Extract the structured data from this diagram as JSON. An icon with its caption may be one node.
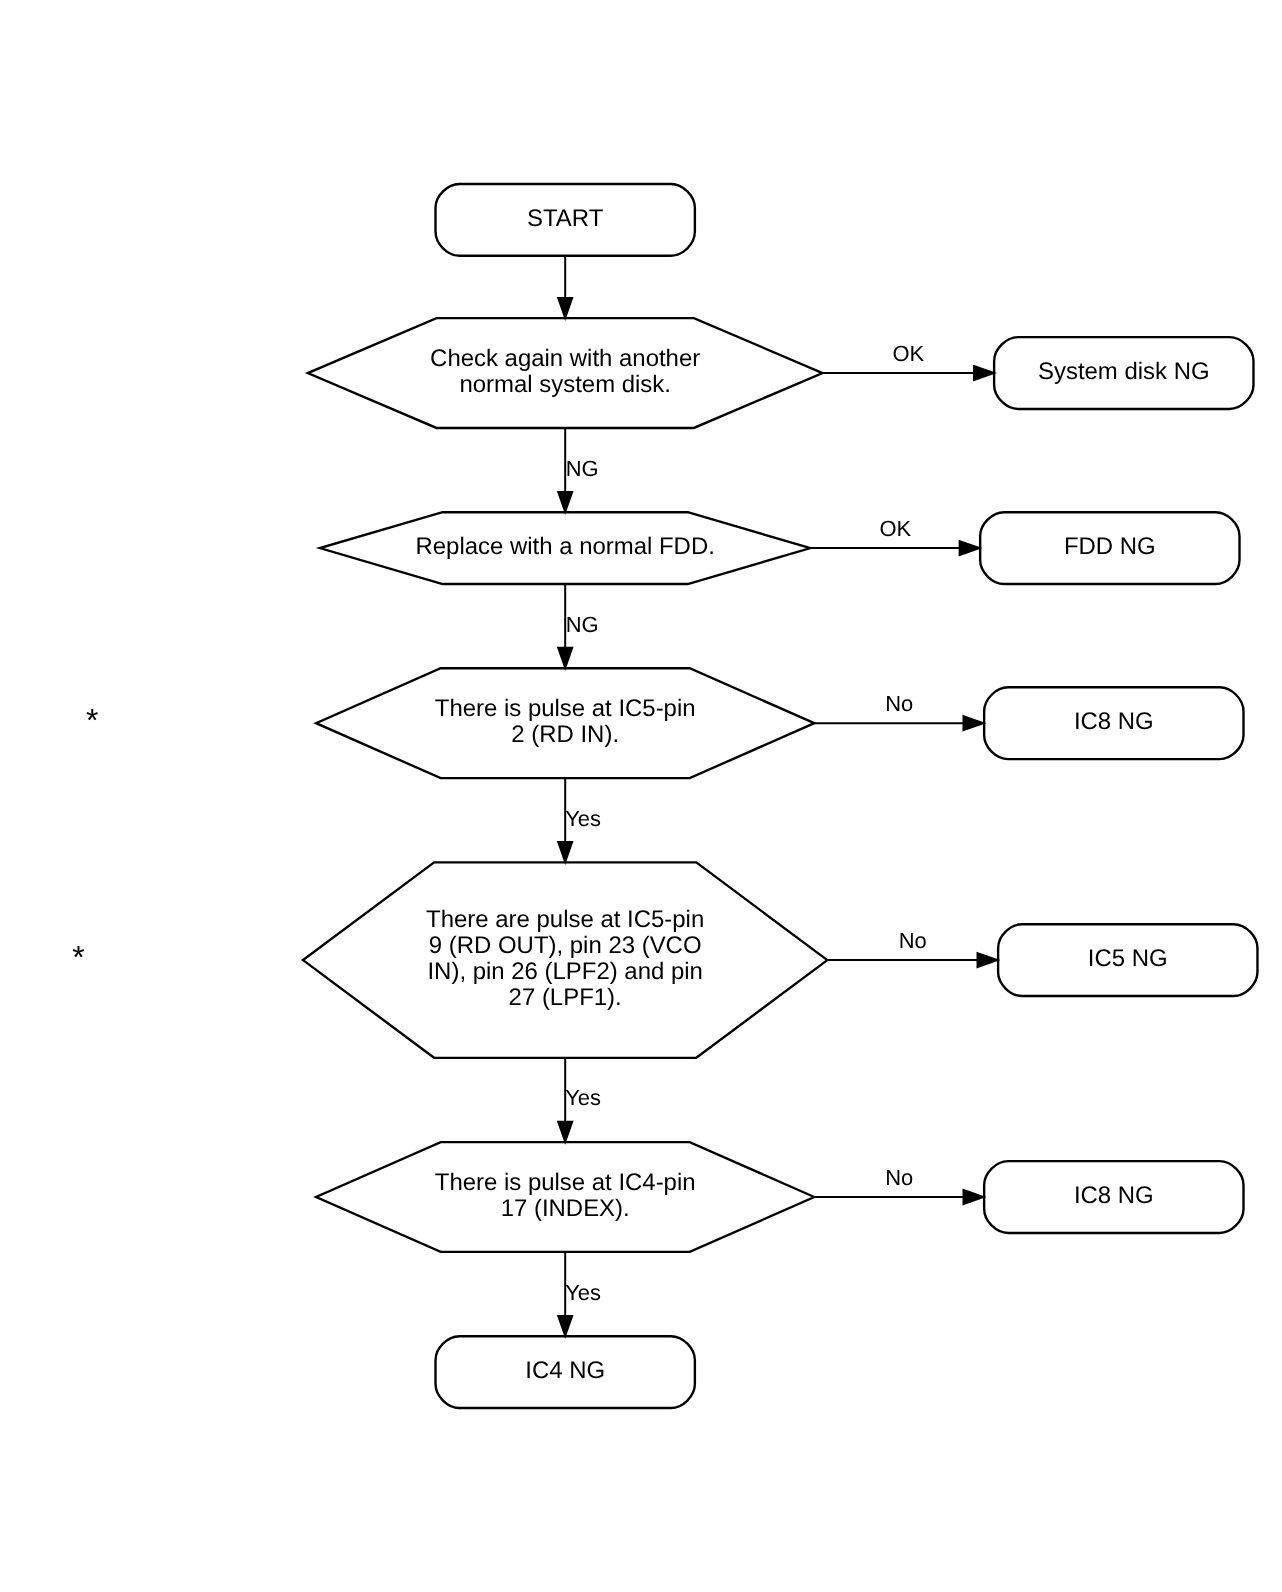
{
  "diagram": {
    "nodes": [
      {
        "text": [
          "START"
        ]
      },
      {
        "text": [
          "Check again with another normal system disk."
        ]
      },
      {
        "text": [
          "System disk NG"
        ]
      },
      {
        "text": [
          "Replace with a normal FDD."
        ]
      },
      {
        "text": [
          "FDD NG"
        ]
      },
      {
        "text": [
          "There is pulse at IC5-pin 2 (RD IN)."
        ]
      },
      {
        "text": [
          "IC8 NG"
        ]
      },
      {
        "text": [
          "There are pulse at IC5-pin 9 (RD OUT), pin 23 (VCO IN), pin 26 (LPF2) and pin 27 (LPF1)."
        ]
      },
      {
        "text": [
          "IC5 NG"
        ]
      },
      {
        "text": [
          "There is pulse at IC4-pin 17 (INDEX)."
        ]
      },
      {
        "text": [
          "IC8 NG"
        ]
      },
      {
        "text": [
          "IC4 NG"
        ]
      }
    ],
    "edges": [
      {
        "from": 0,
        "to": 1,
        "arrow": "to"
      },
      {
        "from": 1,
        "to": 2,
        "arrow": "to",
        "label": "OK"
      },
      {
        "from": 1,
        "to": 3,
        "arrow": "to",
        "label": "NG"
      },
      {
        "from": 3,
        "to": 4,
        "arrow": "to",
        "label": "OK"
      },
      {
        "from": 3,
        "to": 5,
        "arrow": "to",
        "label": "NG"
      },
      {
        "from": 5,
        "to": 6,
        "arrow": "to",
        "label": "No"
      },
      {
        "from": 5,
        "to": 7,
        "arrow": "to",
        "label": "Yes"
      },
      {
        "from": 7,
        "to": 8,
        "arrow": "to",
        "label": "No"
      },
      {
        "from": 7,
        "to": 9,
        "arrow": "to",
        "label": "Yes"
      },
      {
        "from": 9,
        "to": 10,
        "arrow": "to",
        "label": "No"
      },
      {
        "from": 9,
        "to": 11,
        "arrow": "to",
        "label": "Yes"
      }
    ],
    "labels": [
      "*",
      "*"
    ]
  }
}
